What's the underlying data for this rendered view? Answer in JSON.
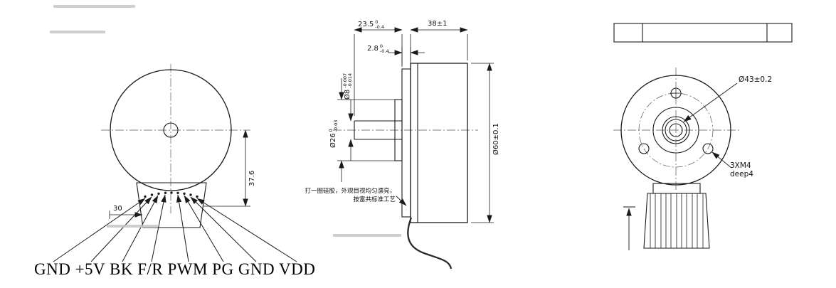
{
  "drawing": {
    "connector_labels": "GND +5V BK F/R PWM PG GND VDD",
    "front_view": {
      "dim_center_to_connector": "37.6",
      "dim_connector_width": "30"
    },
    "side_view": {
      "dim_shaft_length": {
        "base": "23.5",
        "tol_top": "0",
        "tol_bot": "-0.4"
      },
      "dim_body_length": "38±1",
      "dim_flange_thickness": {
        "base": "2.8",
        "tol_top": "0",
        "tol_bot": "-0.4"
      },
      "dim_shaft_diameter": {
        "base": "Ø8",
        "tol_top": "-0.007",
        "tol_bot": "-0.014"
      },
      "dim_boss_diameter": {
        "base": "Ø26",
        "tol_top": "0",
        "tol_bot": "-0.03"
      },
      "dim_body_diameter": "Ø60±0.1",
      "note_silicone_line1": "打一圈硅胶，外观目视均匀漂亮，",
      "note_silicone_line2": "按富共标准工艺"
    },
    "rear_view": {
      "dim_bolt_circle": "Ø43±0.2",
      "mount_holes_line1": "3XM4",
      "mount_holes_line2": "deep4"
    }
  }
}
